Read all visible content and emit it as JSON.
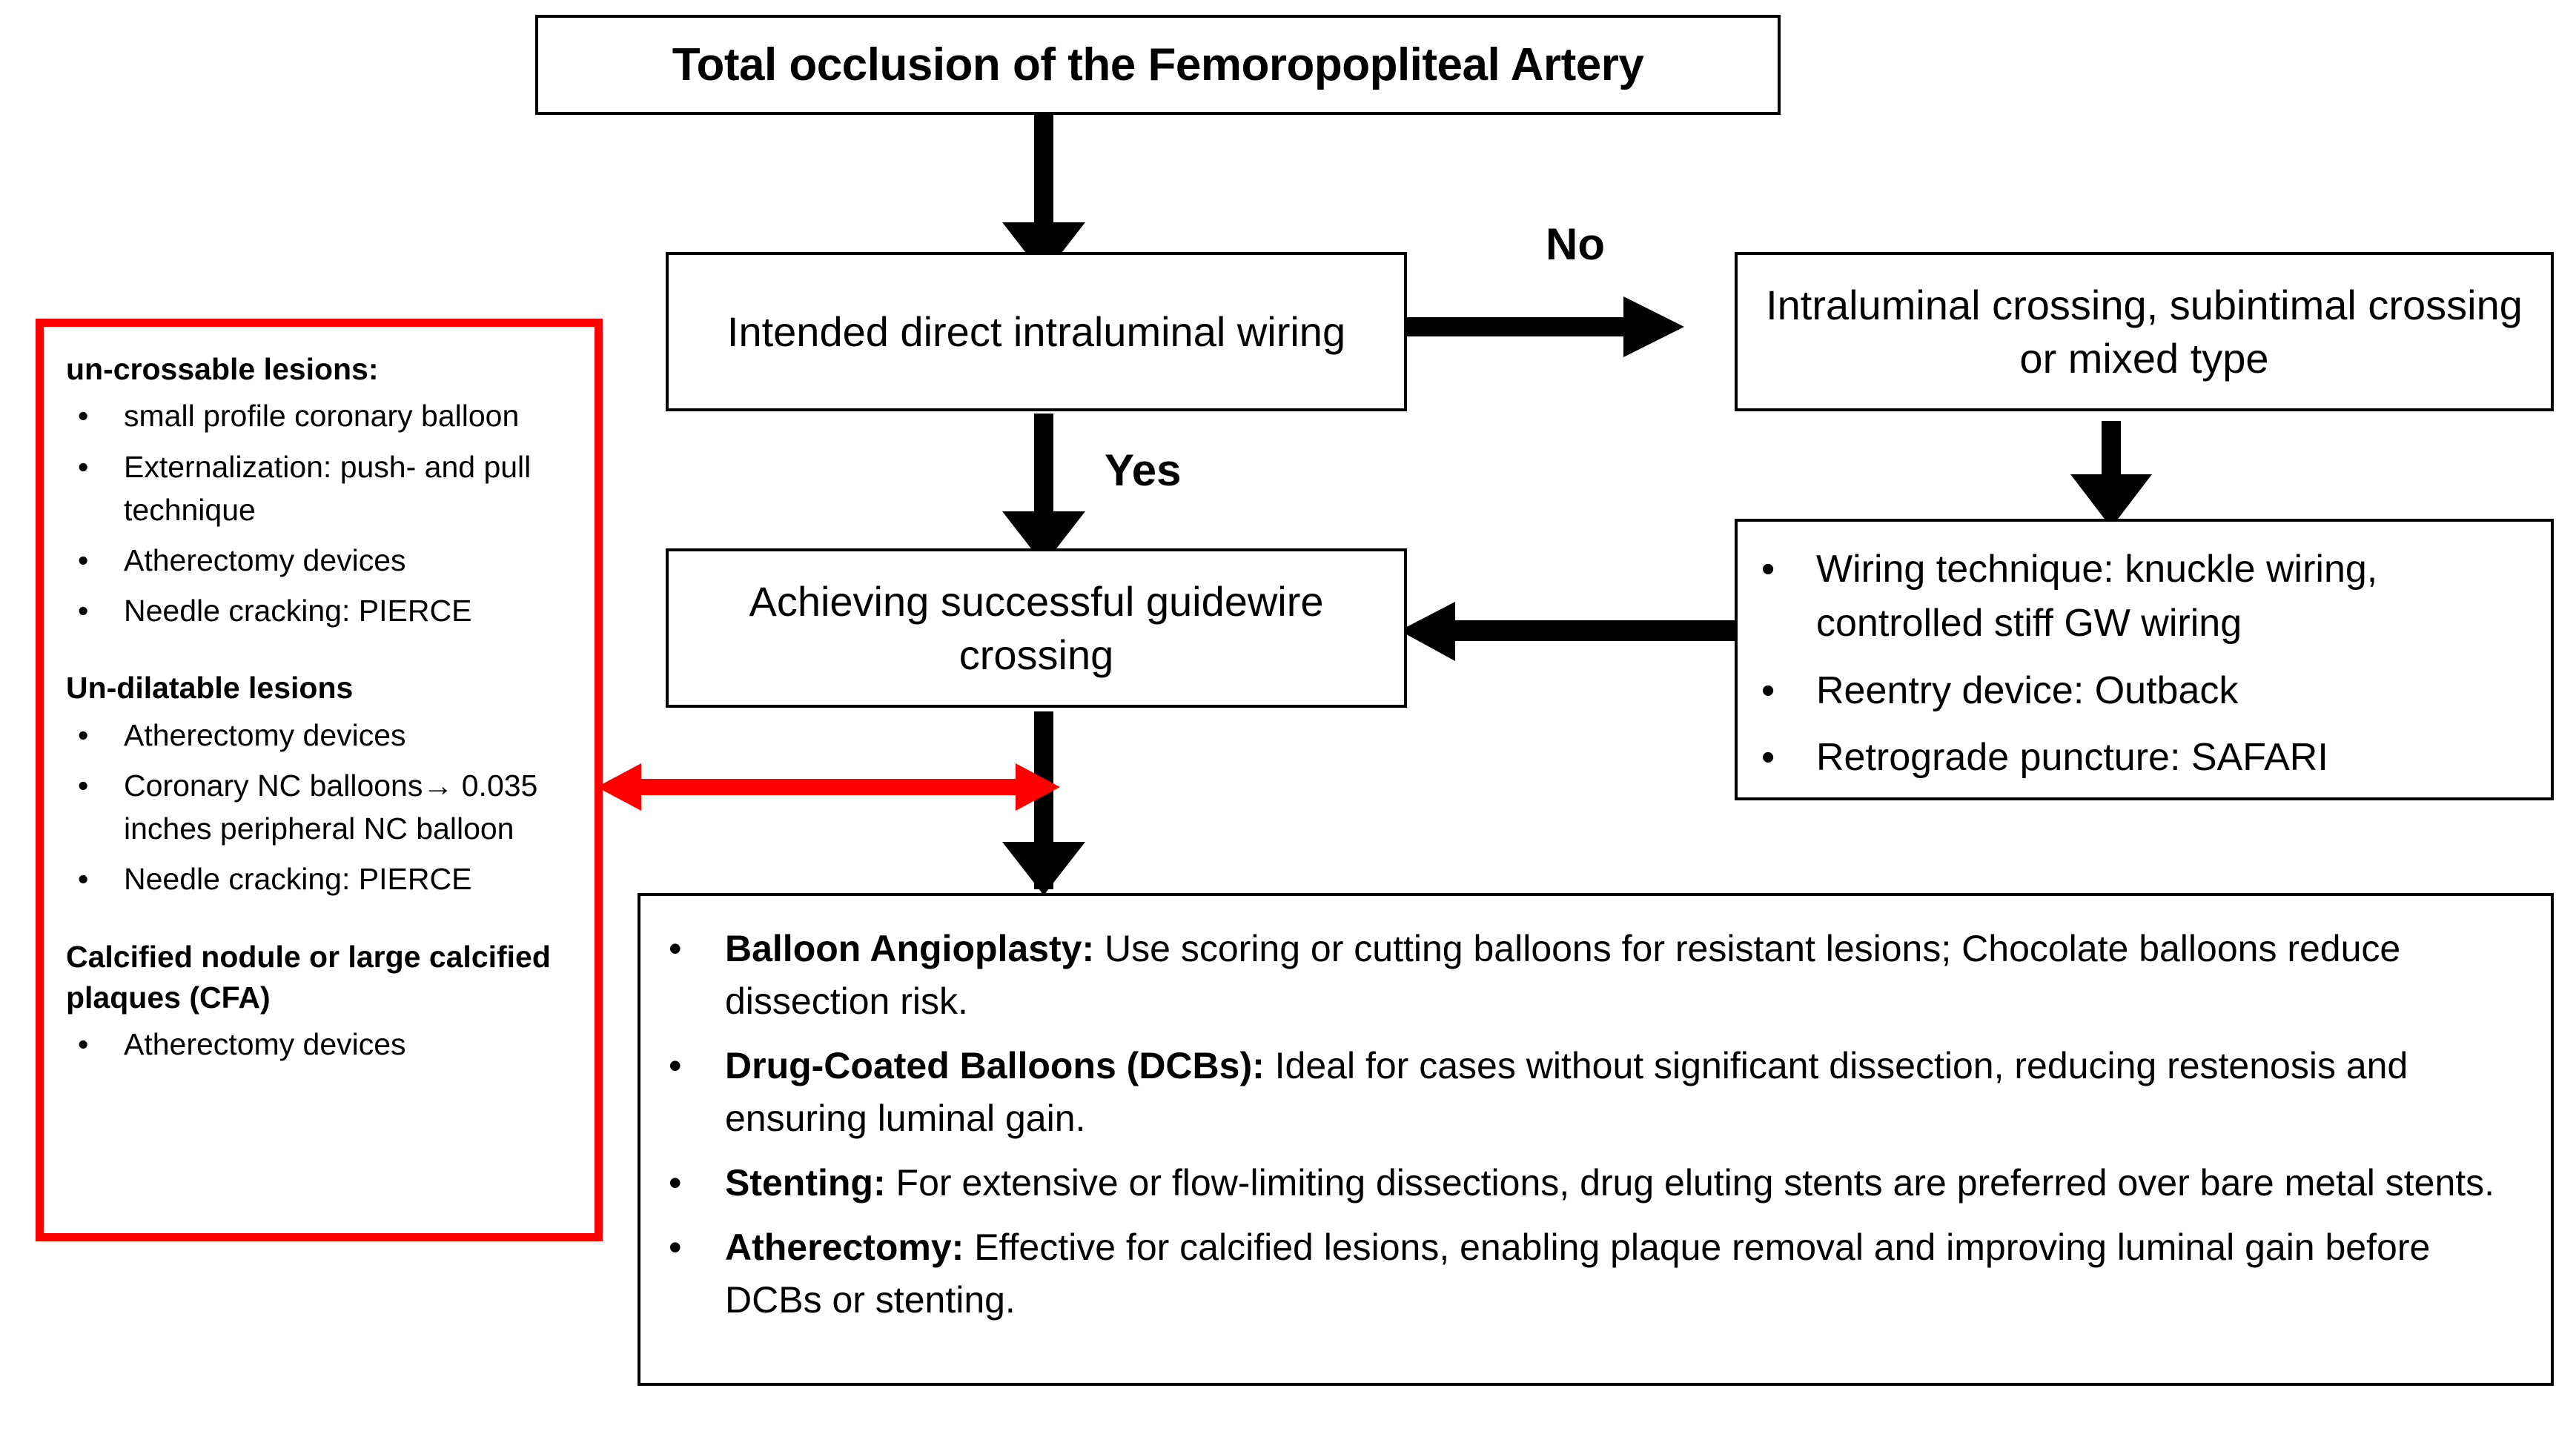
{
  "diagram": {
    "title_box": {
      "text": "Total occlusion of the Femoropopliteal Artery"
    },
    "decision_box": {
      "text": "Intended direct intraluminal wiring"
    },
    "success_box": {
      "text": "Achieving successful guidewire crossing"
    },
    "crossing_box": {
      "text": "Intraluminal crossing, subintimal crossing or mixed type"
    },
    "edge_labels": {
      "no": "No",
      "yes": "Yes"
    },
    "technique_box": {
      "bullet": "•",
      "items": [
        "Wiring technique: knuckle wiring, controlled stiff GW wiring",
        "Reentry device: Outback",
        "Retrograde puncture: SAFARI"
      ]
    },
    "red_box": {
      "bullet": "•",
      "border_color": "#FF0000",
      "sections": [
        {
          "heading": "un-crossable lesions:",
          "items": [
            "small profile coronary balloon",
            "Externalization: push- and pull technique",
            "Atherectomy devices",
            "Needle cracking: PIERCE"
          ]
        },
        {
          "heading": "Un-dilatable lesions",
          "items": [
            "Atherectomy devices",
            "Coronary NC balloons→ 0.035 inches peripheral NC balloon",
            "Needle cracking: PIERCE"
          ]
        },
        {
          "heading": "Calcified nodule or large calcified plaques (CFA)",
          "items": [
            "Atherectomy devices"
          ]
        }
      ]
    },
    "treatment_box": {
      "bullet": "•",
      "items": [
        {
          "label": "Balloon Angioplasty:",
          "detail": " Use scoring or cutting balloons for resistant lesions; Chocolate balloons reduce dissection risk."
        },
        {
          "label": "Drug-Coated Balloons (DCBs):",
          "detail": " Ideal for cases without significant dissection, reducing restenosis and ensuring luminal gain."
        },
        {
          "label": "Stenting:",
          "detail": " For extensive or flow-limiting dissections, drug eluting stents are preferred over bare metal stents."
        },
        {
          "label": "Atherectomy:",
          "detail": " Effective for calcified lesions, enabling plaque removal and improving luminal gain before DCBs or stenting."
        }
      ]
    }
  }
}
